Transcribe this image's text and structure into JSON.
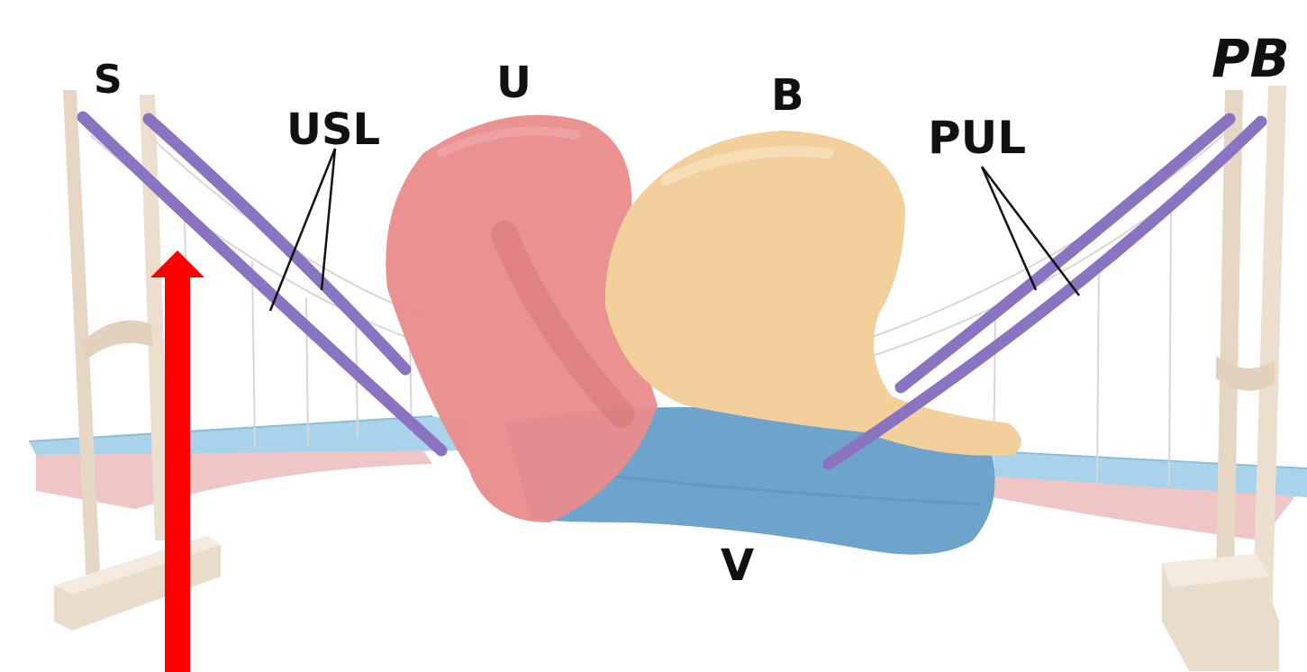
{
  "labels": {
    "s": "S",
    "usl": "USL",
    "u": "U",
    "b": "B",
    "pul": "PUL",
    "pb": "PB",
    "v": "V"
  },
  "colors": {
    "uterus": "#e98c8c",
    "bladder": "#f3cf9b",
    "vagina": "#6ea3cc",
    "ligament": "#8a73c1",
    "deck_top": "#a9d3ea",
    "deck_side": "#efc5c5",
    "pylon": "#ecdfd0",
    "arrow": "#ff0000"
  },
  "icons": [
    "red-up-arrow"
  ]
}
